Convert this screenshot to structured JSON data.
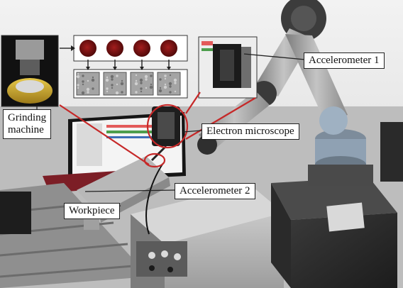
{
  "labels": {
    "grinding_machine_line1": "Grinding",
    "grinding_machine_line2": "machine",
    "electron_microscope": "Electron microscope",
    "accelerometer_1": "Accelerometer 1",
    "accelerometer_2": "Accelerometer 2",
    "workpiece": "Workpiece"
  },
  "colors": {
    "annotation_red": "#c62828",
    "arrow_dark": "#222222",
    "robot_arm": "#9a9a9a",
    "robot_joint_dark": "#2e2e2e",
    "pump_blue_grey": "#8fa1b3",
    "sample_red": "#7a1414"
  },
  "sample_panel": {
    "sample_count": 4
  }
}
